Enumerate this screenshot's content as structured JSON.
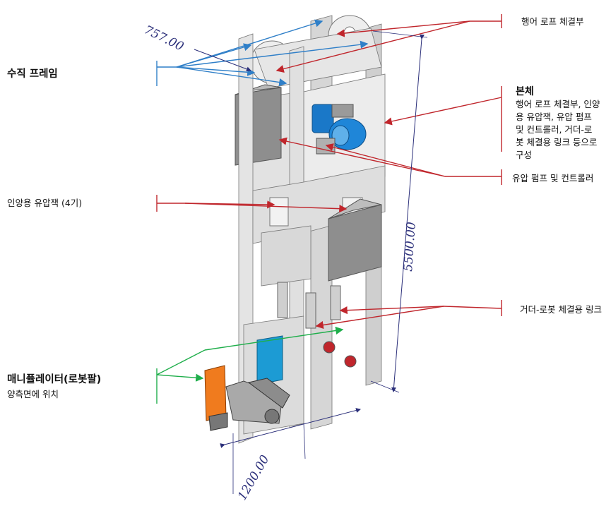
{
  "labels": {
    "hanger_rope": "행어 로프 체결부",
    "body_title": "본체",
    "body_desc": [
      "행어 로프 체결부, 인양",
      "용 유압잭, 유압 펌프",
      "및 컨트롤러, 거더-로",
      "봇 체결용 링크 등으로",
      "구성"
    ],
    "pump": "유압 펌프 및 컨트롤러",
    "link": "거더-로봇 체결용 링크",
    "frame": "수직 프레임",
    "jack": "인양용 유압잭 (4기)",
    "manip_title": "매니퓰레이터(로봇팔)",
    "manip_sub": "양측면에 위치"
  },
  "dimensions": {
    "depth": "757.00",
    "height": "5500.00",
    "width": "1200.00"
  },
  "colors": {
    "red": "#c0262c",
    "blue": "#2f7fc8",
    "green": "#1fae4b",
    "dim": "#2b2f7a",
    "frame": "#dcdcdc",
    "motor": "#1a78c8",
    "cabinet": "#8e8e8e",
    "arm": "#f07b1e",
    "panel": "#1c9bd4"
  }
}
